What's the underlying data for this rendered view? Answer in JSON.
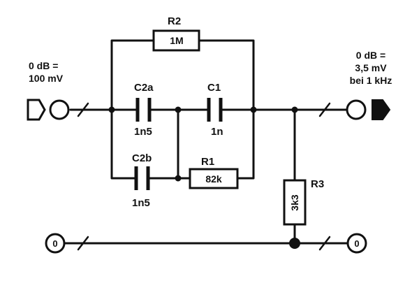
{
  "input": {
    "level_line1": "0 dB =",
    "level_line2": "100 mV"
  },
  "output": {
    "level_line1": "0 dB =",
    "level_line2": "3,5 mV",
    "level_line3": "bei 1 kHz"
  },
  "components": {
    "r2": {
      "ref": "R2",
      "value": "1M"
    },
    "c2a": {
      "ref": "C2a",
      "value": "1n5"
    },
    "c1": {
      "ref": "C1",
      "value": "1n"
    },
    "c2b": {
      "ref": "C2b",
      "value": "1n5"
    },
    "r1": {
      "ref": "R1",
      "value": "82k"
    },
    "r3": {
      "ref": "R3",
      "value": "3k3"
    }
  },
  "ground": {
    "left_label": "0",
    "right_label": "0"
  }
}
